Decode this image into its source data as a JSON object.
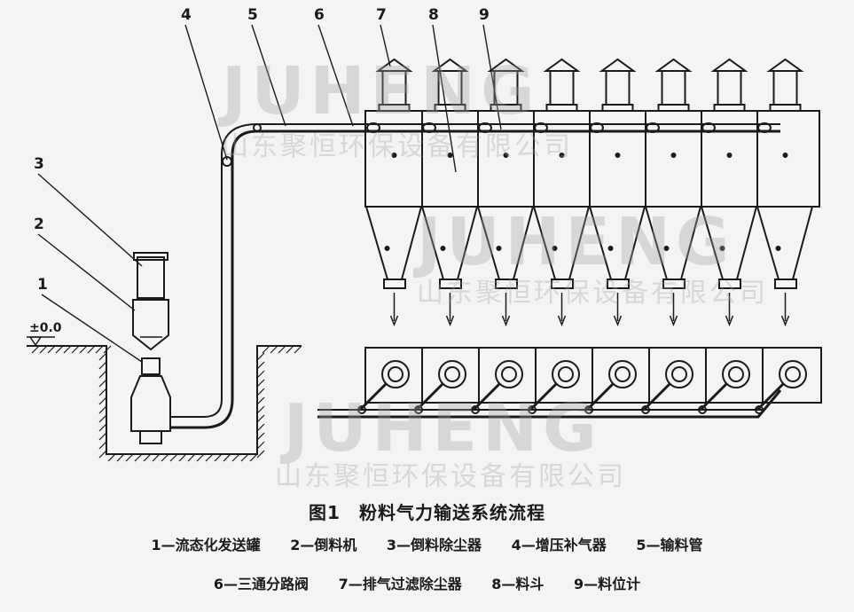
{
  "figure": {
    "title": "图1　粉料气力输送系统流程",
    "callouts": [
      "1",
      "2",
      "3",
      "4",
      "5",
      "6",
      "7",
      "8",
      "9"
    ],
    "level_label": "±0.0"
  },
  "legend": {
    "row1": [
      "1—流态化发送罐",
      "2—倒料机",
      "3—倒料除尘器",
      "4—增压补气器",
      "5—输料管"
    ],
    "row2": [
      "6—三通分路阀",
      "7—排气过滤除尘器",
      "8—料斗",
      "9—料位计"
    ]
  },
  "watermark": {
    "brand": "JUHENG",
    "company": "山东聚恒环保设备有限公司"
  }
}
